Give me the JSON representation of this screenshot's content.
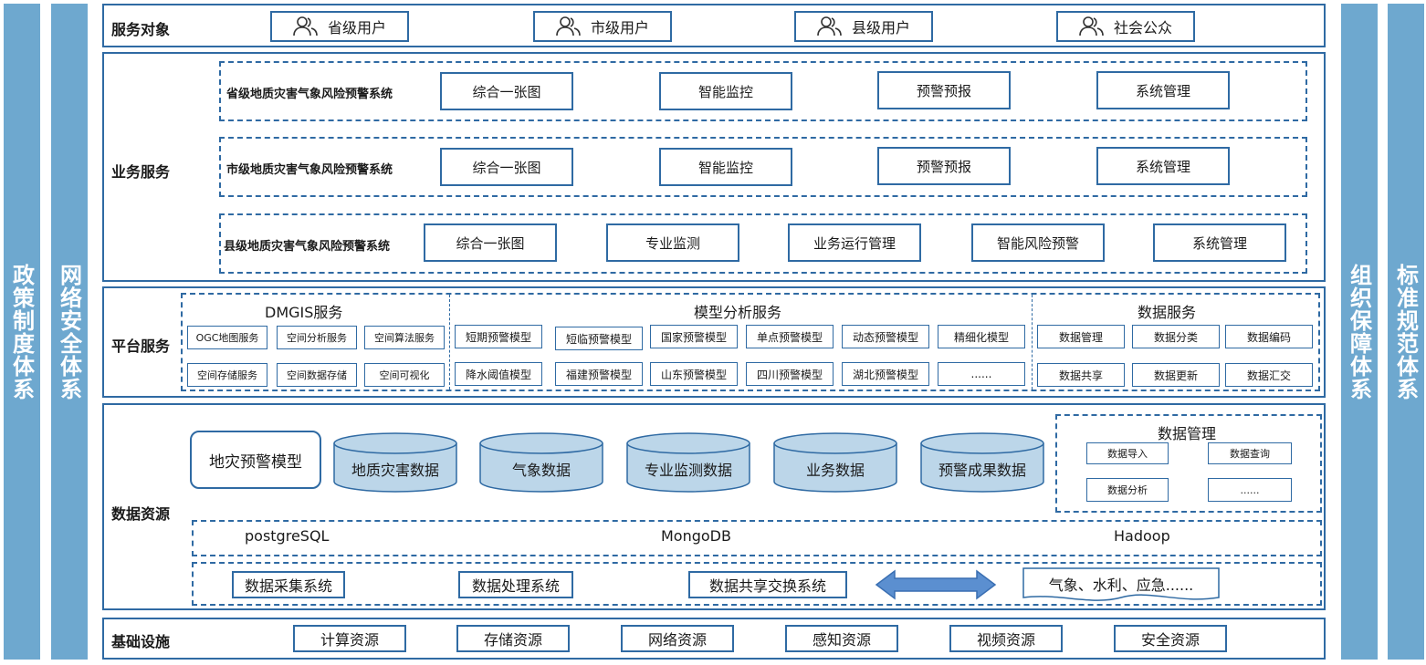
{
  "pillars": {
    "policy": "政策制度体系",
    "network": "网络安全体系",
    "organization": "组织保障体系",
    "standard": "标准规范体系"
  },
  "service_targets": {
    "title": "服务对象",
    "users": [
      "省级用户",
      "市级用户",
      "县级用户",
      "社会公众"
    ]
  },
  "business": {
    "title": "业务服务",
    "systems": [
      {
        "name": "省级地质灾害气象风险预警系统",
        "modules": [
          "综合一张图",
          "智能监控",
          "预警预报",
          "系统管理"
        ]
      },
      {
        "name": "市级地质灾害气象风险预警系统",
        "modules": [
          "综合一张图",
          "智能监控",
          "预警预报",
          "系统管理"
        ]
      },
      {
        "name": "县级地质灾害气象风险预警系统",
        "modules": [
          "综合一张图",
          "专业监测",
          "业务运行管理",
          "智能风险预警",
          "系统管理"
        ]
      }
    ]
  },
  "platform": {
    "title": "平台服务",
    "dmgis": {
      "title": "DMGIS服务",
      "items": [
        "OGC地图服务",
        "空间分析服务",
        "空间算法服务",
        "空间存储服务",
        "空间数据存储",
        "空间可视化"
      ]
    },
    "model": {
      "title": "模型分析服务",
      "items": [
        "短期预警模型",
        "短临预警模型",
        "国家预警模型",
        "单点预警模型",
        "动态预警模型",
        "精细化模型",
        "降水阈值模型",
        "福建预警模型",
        "山东预警模型",
        "四川预警模型",
        "湖北预警模型",
        "......"
      ]
    },
    "data": {
      "title": "数据服务",
      "items": [
        "数据管理",
        "数据分类",
        "数据编码",
        "数据共享",
        "数据更新",
        "数据汇交"
      ]
    }
  },
  "data_resources": {
    "title": "数据资源",
    "model_box": "地灾预警模型",
    "cylinders": [
      "地质灾害数据",
      "气象数据",
      "专业监测数据",
      "业务数据",
      "预警成果数据"
    ],
    "management": {
      "title": "数据管理",
      "items": [
        "数据导入",
        "数据查询",
        "数据分析",
        "......"
      ]
    },
    "databases": [
      "postgreSQL",
      "MongoDB",
      "Hadoop"
    ],
    "systems": [
      "数据采集系统",
      "数据处理系统",
      "数据共享交换系统"
    ],
    "external": "气象、水利、应急......"
  },
  "infrastructure": {
    "title": "基础设施",
    "items": [
      "计算资源",
      "存储资源",
      "网络资源",
      "感知资源",
      "视频资源",
      "安全资源"
    ]
  },
  "colors": {
    "border": "#2f6aa3",
    "pillar": "#6ea8cf",
    "cylinder": "#bcd6e9",
    "arrow": "#5b8fd0"
  }
}
